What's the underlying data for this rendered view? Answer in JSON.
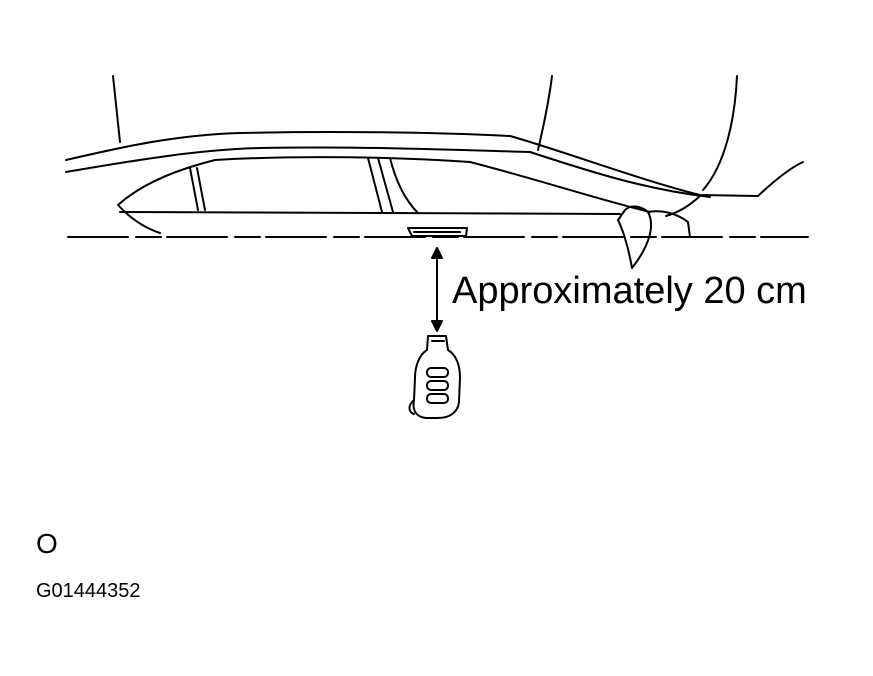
{
  "diagram": {
    "distance_label": "Approximately 20 cm",
    "mark": "O",
    "figure_code": "G01444352"
  }
}
